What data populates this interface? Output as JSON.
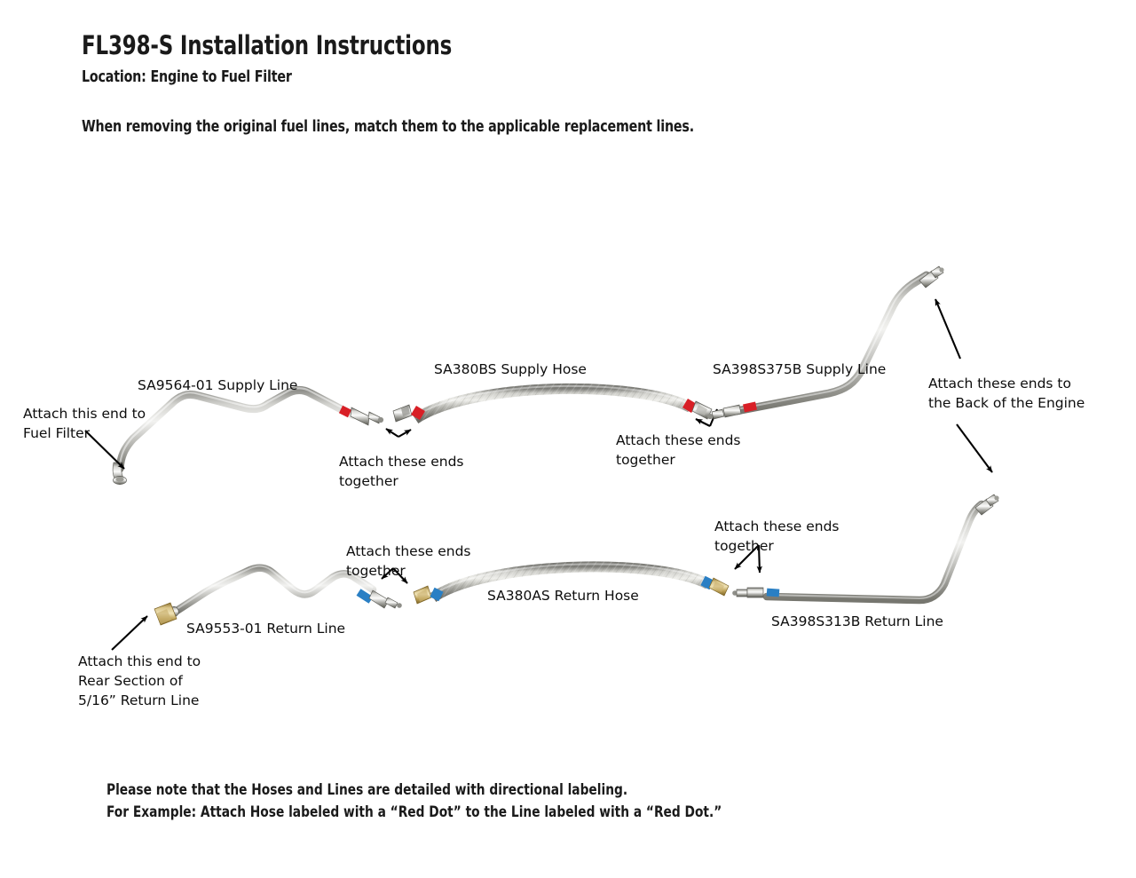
{
  "document": {
    "title": "FL398-S Installation Instructions",
    "subtitle": "Location: Engine to Fuel Filter",
    "intro": "When removing the original fuel lines, match them to the applicable replacement lines."
  },
  "footer": {
    "line1": "Please note that the Hoses and Lines are detailed with directional labeling.",
    "line2": "For Example: Attach Hose labeled with a “Red Dot” to the Line labeled with a “Red Dot.”"
  },
  "colors": {
    "supply_marker": "#d81f26",
    "return_marker": "#2a7fc4",
    "metal_light": "#e8e8e6",
    "metal_mid": "#b4b4b0",
    "metal_dark": "#6e6e6a",
    "brass_light": "#d8c48a",
    "brass_mid": "#a98b46",
    "text": "#0d0d0d",
    "background": "#ffffff"
  },
  "supply_row": {
    "parts": [
      {
        "id": "sa9564-01",
        "label": "SA9564-01 Supply Line",
        "type": "line",
        "marker_color": "red"
      },
      {
        "id": "sa380bs",
        "label": "SA380BS Supply Hose",
        "type": "hose",
        "marker_color": "red"
      },
      {
        "id": "sa398s375b",
        "label": "SA398S375B Supply Line",
        "type": "line",
        "marker_color": "red"
      }
    ],
    "callouts": [
      {
        "id": "fuel-filter-end",
        "lines": [
          "Attach this end to",
          "Fuel Filter"
        ]
      },
      {
        "id": "join-1",
        "lines": [
          "Attach these ends",
          "together"
        ]
      },
      {
        "id": "join-2",
        "lines": [
          "Attach these ends",
          "together"
        ]
      },
      {
        "id": "engine-back",
        "lines": [
          "Attach these ends to",
          "the Back of the Engine"
        ]
      }
    ]
  },
  "return_row": {
    "parts": [
      {
        "id": "sa9553-01",
        "label": "SA9553-01 Return Line",
        "type": "line",
        "marker_color": "blue"
      },
      {
        "id": "sa380as",
        "label": "SA380AS Return Hose",
        "type": "hose",
        "marker_color": "blue"
      },
      {
        "id": "sa398s313b",
        "label": "SA398S313B Return Line",
        "type": "line",
        "marker_color": "blue"
      }
    ],
    "callouts": [
      {
        "id": "rear-section-end",
        "lines": [
          "Attach this end to",
          "Rear Section of",
          "5/16” Return Line"
        ]
      },
      {
        "id": "join-3",
        "lines": [
          "Attach these ends",
          "together"
        ]
      },
      {
        "id": "join-4",
        "lines": [
          "Attach these ends",
          "together"
        ]
      }
    ]
  }
}
